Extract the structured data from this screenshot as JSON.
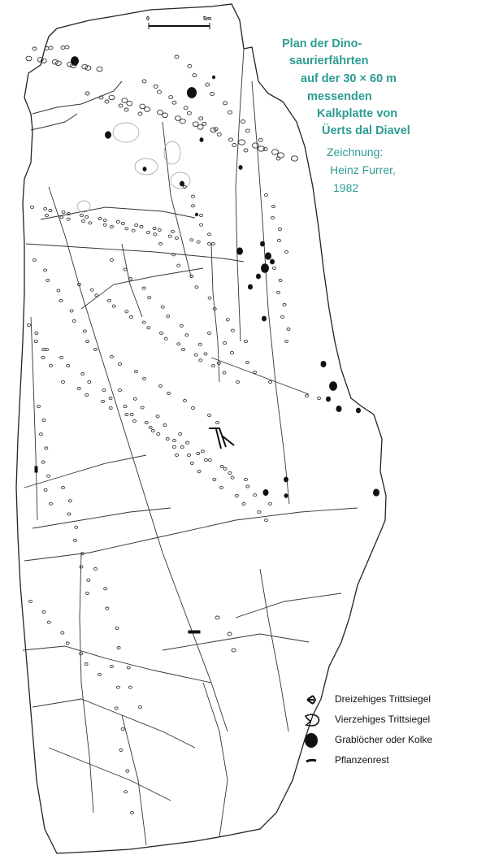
{
  "title": {
    "lines": [
      "Plan der Dino-",
      "saurierfährten",
      "auf der 30 × 60 m",
      "messenden",
      "Kalkplatte von",
      "Üerts dal Diavel"
    ],
    "color": "#2d9c93"
  },
  "credit": {
    "lines": [
      "Zeichnung:",
      "Heinz Furrer,",
      "1982"
    ]
  },
  "scale_bar": {
    "start_label": "0",
    "end_label": "5m"
  },
  "legend": {
    "items": [
      {
        "label": "Dreizehiges Trittsiegel",
        "icon": "three-toed-footprint-icon"
      },
      {
        "label": "Vierzehiges Trittsiegel",
        "icon": "four-toed-footprint-icon"
      },
      {
        "label": "Grablöcher oder Kolke",
        "icon": "burrow-hole-icon"
      },
      {
        "label": "Pflanzenrest",
        "icon": "plant-remains-icon"
      }
    ]
  }
}
